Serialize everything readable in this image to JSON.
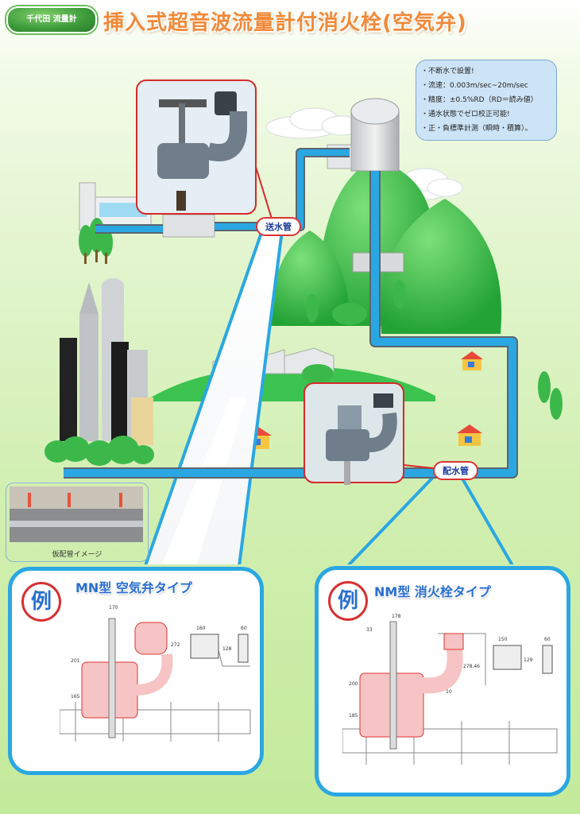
{
  "header": {
    "badge": "千代田 流量計",
    "title": "挿入式超音波流量計付消火栓(空気弁)"
  },
  "features": [
    "・不断水で設置!",
    "・流速：0.003m/sec~20m/sec",
    "・精度：±0.5%RD（RD＝読み値）",
    "・通水状態でゼロ校正可能!",
    "・正・負標準計測（瞬時・積算）。"
  ],
  "pipes": {
    "supply_label": "送水管",
    "distribution_label": "配水管"
  },
  "temporary_pipe": {
    "caption": "仮配管イメージ"
  },
  "panels": {
    "left": {
      "example_mark": "例",
      "title": "MN型 空気弁タイプ",
      "dims": [
        "170",
        "160",
        "60",
        "272",
        "201",
        "165",
        "128"
      ]
    },
    "right": {
      "example_mark": "例",
      "title": "NM型 消火栓タイプ",
      "dims": [
        "178",
        "150",
        "60",
        "33",
        "278.46",
        "200",
        "129",
        "185",
        "10"
      ]
    }
  },
  "colors": {
    "pipe": "#2aa7e2",
    "accent_red": "#d52a2a",
    "title_orange": "#f08a3a",
    "panel_blue": "#2aa7e2",
    "hill_green": "#3cb84a"
  }
}
